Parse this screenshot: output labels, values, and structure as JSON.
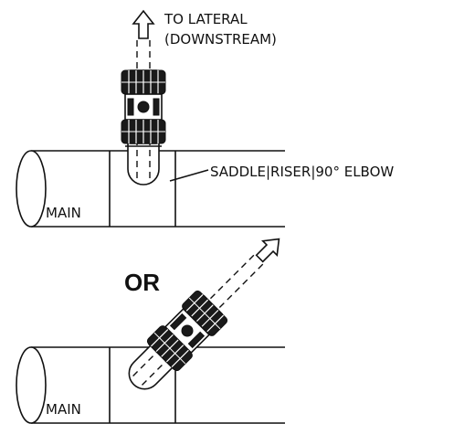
{
  "labels": {
    "to_lateral": "TO LATERAL",
    "downstream": "(DOWNSTREAM)",
    "saddle": "SADDLE|RISER|90° ELBOW",
    "main_top": "MAIN",
    "or": "OR",
    "main_bottom": "MAIN"
  }
}
